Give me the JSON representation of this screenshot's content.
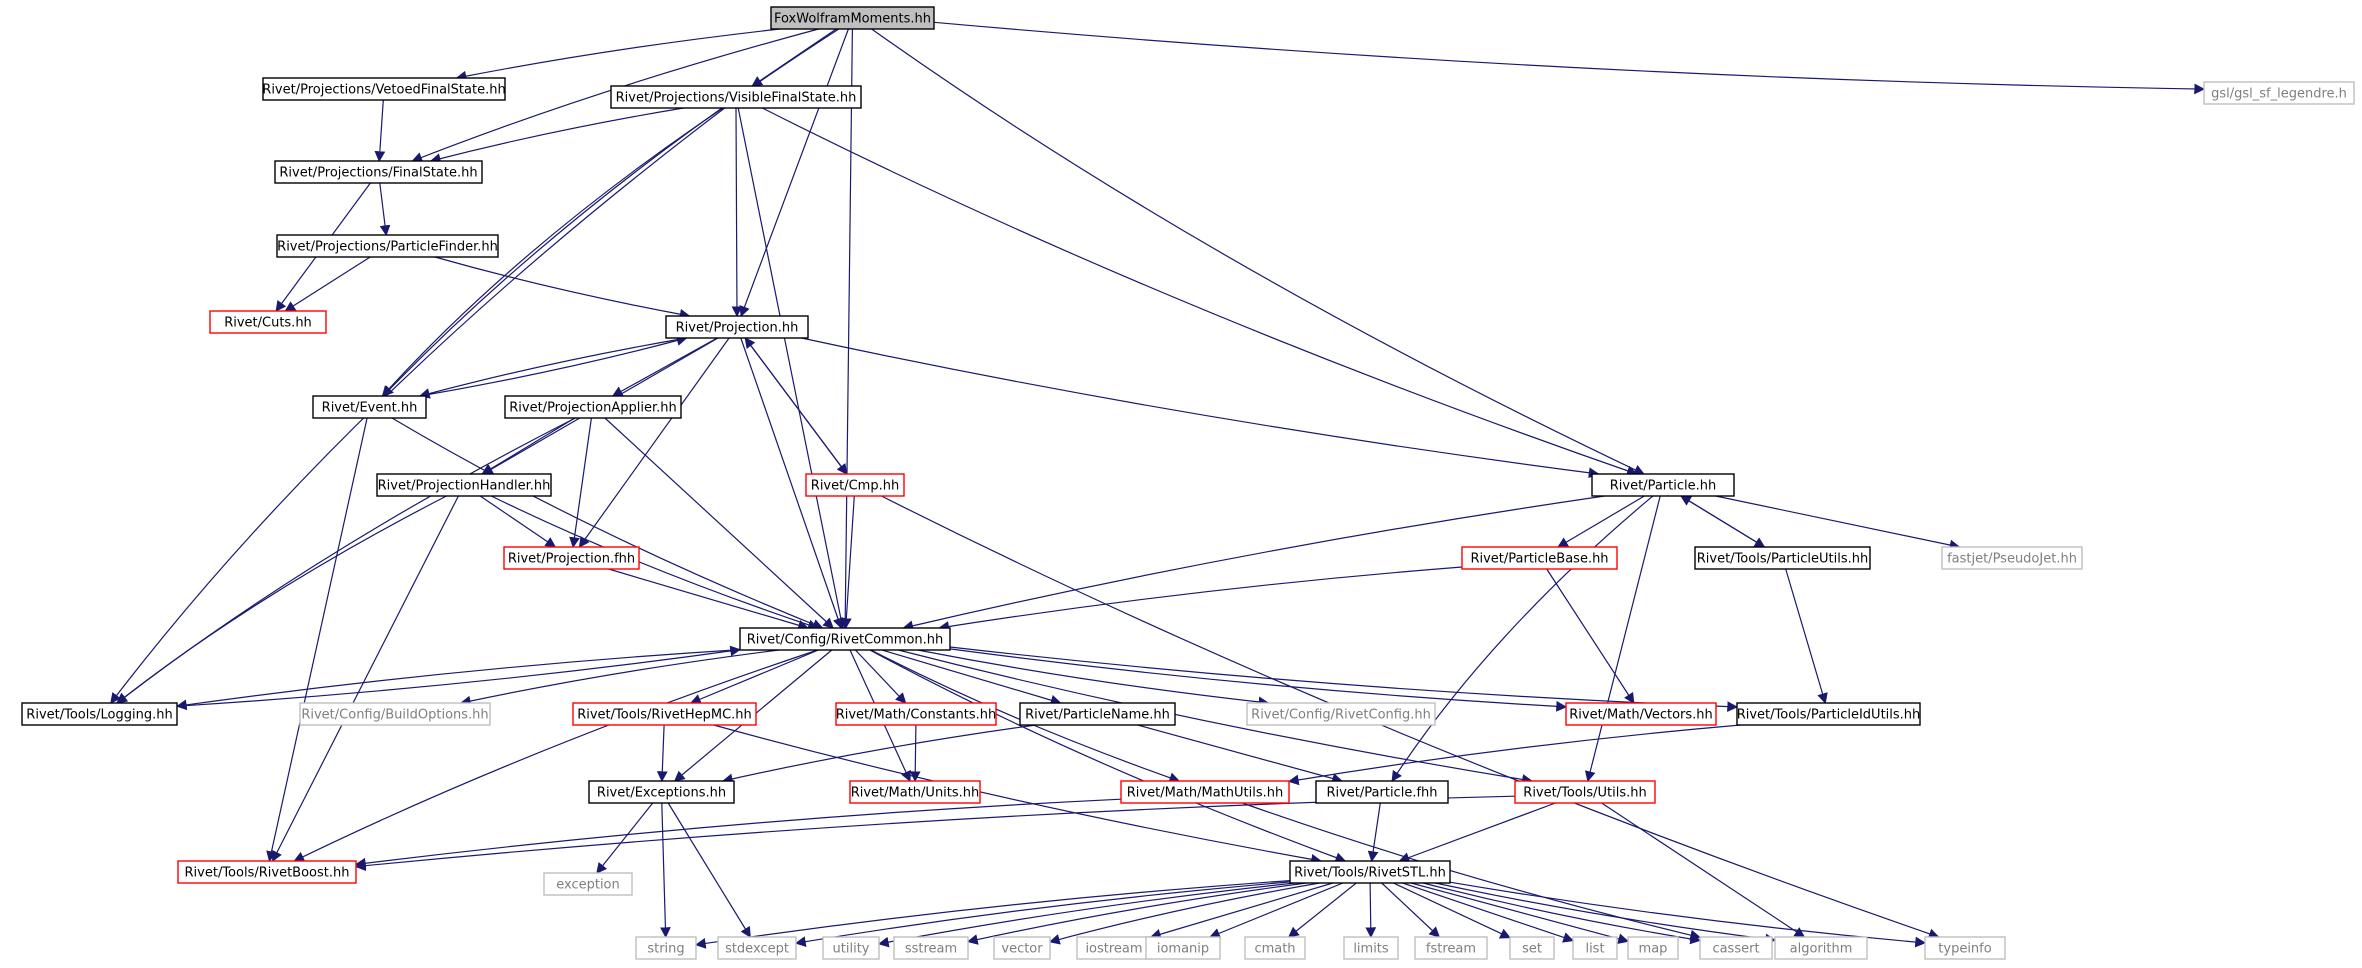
{
  "colors": {
    "edge": "#191970",
    "root_fill": "#bfbfbf",
    "box_border": "#000000",
    "missing_border": "#ff0000",
    "external_border": "#bfbfbf",
    "external_text": "#7f7f7f"
  },
  "nodes": [
    {
      "id": "root",
      "label": "FoxWolframMoments.hh",
      "style": "root"
    },
    {
      "id": "vetoed",
      "label": "Rivet/Projections/VetoedFinalState.hh",
      "style": "normal"
    },
    {
      "id": "visible",
      "label": "Rivet/Projections/VisibleFinalState.hh",
      "style": "normal"
    },
    {
      "id": "gsl",
      "label": "gsl/gsl_sf_legendre.h",
      "style": "external"
    },
    {
      "id": "finalstate",
      "label": "Rivet/Projections/FinalState.hh",
      "style": "normal"
    },
    {
      "id": "partfinder",
      "label": "Rivet/Projections/ParticleFinder.hh",
      "style": "normal"
    },
    {
      "id": "cuts",
      "label": "Rivet/Cuts.hh",
      "style": "missing"
    },
    {
      "id": "projection",
      "label": "Rivet/Projection.hh",
      "style": "normal"
    },
    {
      "id": "event",
      "label": "Rivet/Event.hh",
      "style": "normal"
    },
    {
      "id": "projapplier",
      "label": "Rivet/ProjectionApplier.hh",
      "style": "normal"
    },
    {
      "id": "projhandler",
      "label": "Rivet/ProjectionHandler.hh",
      "style": "normal"
    },
    {
      "id": "cmp",
      "label": "Rivet/Cmp.hh",
      "style": "missing"
    },
    {
      "id": "particle",
      "label": "Rivet/Particle.hh",
      "style": "normal"
    },
    {
      "id": "projfhh",
      "label": "Rivet/Projection.fhh",
      "style": "missing"
    },
    {
      "id": "partbase",
      "label": "Rivet/ParticleBase.hh",
      "style": "missing"
    },
    {
      "id": "partutils",
      "label": "Rivet/Tools/ParticleUtils.hh",
      "style": "normal"
    },
    {
      "id": "pseudojet",
      "label": "fastjet/PseudoJet.hh",
      "style": "external"
    },
    {
      "id": "rivetcommon",
      "label": "Rivet/Config/RivetCommon.hh",
      "style": "normal"
    },
    {
      "id": "logging",
      "label": "Rivet/Tools/Logging.hh",
      "style": "normal"
    },
    {
      "id": "buildopts",
      "label": "Rivet/Config/BuildOptions.hh",
      "style": "external"
    },
    {
      "id": "hepmc",
      "label": "Rivet/Tools/RivetHepMC.hh",
      "style": "missing"
    },
    {
      "id": "constants",
      "label": "Rivet/Math/Constants.hh",
      "style": "missing"
    },
    {
      "id": "partname",
      "label": "Rivet/ParticleName.hh",
      "style": "normal"
    },
    {
      "id": "rivetconfig",
      "label": "Rivet/Config/RivetConfig.hh",
      "style": "external"
    },
    {
      "id": "vectors",
      "label": "Rivet/Math/Vectors.hh",
      "style": "missing"
    },
    {
      "id": "partidutils",
      "label": "Rivet/Tools/ParticleIdUtils.hh",
      "style": "normal"
    },
    {
      "id": "exceptions",
      "label": "Rivet/Exceptions.hh",
      "style": "normal"
    },
    {
      "id": "units",
      "label": "Rivet/Math/Units.hh",
      "style": "missing"
    },
    {
      "id": "mathutils",
      "label": "Rivet/Math/MathUtils.hh",
      "style": "missing"
    },
    {
      "id": "partfhh",
      "label": "Rivet/Particle.fhh",
      "style": "normal"
    },
    {
      "id": "utils",
      "label": "Rivet/Tools/Utils.hh",
      "style": "missing"
    },
    {
      "id": "boost",
      "label": "Rivet/Tools/RivetBoost.hh",
      "style": "missing"
    },
    {
      "id": "exception",
      "label": "exception",
      "style": "external"
    },
    {
      "id": "rivetstl",
      "label": "Rivet/Tools/RivetSTL.hh",
      "style": "normal"
    },
    {
      "id": "string",
      "label": "string",
      "style": "external"
    },
    {
      "id": "stdexcept",
      "label": "stdexcept",
      "style": "external"
    },
    {
      "id": "utility",
      "label": "utility",
      "style": "external"
    },
    {
      "id": "sstream",
      "label": "sstream",
      "style": "external"
    },
    {
      "id": "vector",
      "label": "vector",
      "style": "external"
    },
    {
      "id": "iostream",
      "label": "iostream",
      "style": "external"
    },
    {
      "id": "iomanip",
      "label": "iomanip",
      "style": "external"
    },
    {
      "id": "cmath",
      "label": "cmath",
      "style": "external"
    },
    {
      "id": "limits",
      "label": "limits",
      "style": "external"
    },
    {
      "id": "fstream",
      "label": "fstream",
      "style": "external"
    },
    {
      "id": "set",
      "label": "set",
      "style": "external"
    },
    {
      "id": "list",
      "label": "list",
      "style": "external"
    },
    {
      "id": "map",
      "label": "map",
      "style": "external"
    },
    {
      "id": "cassert",
      "label": "cassert",
      "style": "external"
    },
    {
      "id": "algorithm",
      "label": "algorithm",
      "style": "external"
    },
    {
      "id": "typeinfo",
      "label": "typeinfo",
      "style": "external"
    }
  ],
  "edges": [
    [
      "root",
      "vetoed"
    ],
    [
      "root",
      "visible"
    ],
    [
      "root",
      "finalstate"
    ],
    [
      "root",
      "event"
    ],
    [
      "root",
      "projection"
    ],
    [
      "root",
      "particle"
    ],
    [
      "root",
      "rivetcommon"
    ],
    [
      "root",
      "gsl"
    ],
    [
      "vetoed",
      "finalstate"
    ],
    [
      "visible",
      "finalstate"
    ],
    [
      "visible",
      "logging"
    ],
    [
      "visible",
      "event"
    ],
    [
      "visible",
      "projection"
    ],
    [
      "visible",
      "rivetcommon"
    ],
    [
      "visible",
      "particle"
    ],
    [
      "finalstate",
      "partfinder"
    ],
    [
      "finalstate",
      "cuts"
    ],
    [
      "partfinder",
      "cuts"
    ],
    [
      "partfinder",
      "projection"
    ],
    [
      "projection",
      "event"
    ],
    [
      "projection",
      "projapplier"
    ],
    [
      "projection",
      "projhandler"
    ],
    [
      "projection",
      "cmp"
    ],
    [
      "projection",
      "projfhh"
    ],
    [
      "projection",
      "rivetcommon"
    ],
    [
      "projection",
      "particle"
    ],
    [
      "event",
      "projection"
    ],
    [
      "event",
      "rivetcommon"
    ],
    [
      "event",
      "boost"
    ],
    [
      "projapplier",
      "projhandler"
    ],
    [
      "projapplier",
      "projfhh"
    ],
    [
      "projapplier",
      "rivetcommon"
    ],
    [
      "projapplier",
      "logging"
    ],
    [
      "projhandler",
      "projfhh"
    ],
    [
      "projhandler",
      "rivetcommon"
    ],
    [
      "projhandler",
      "logging"
    ],
    [
      "projhandler",
      "boost"
    ],
    [
      "cmp",
      "projection"
    ],
    [
      "cmp",
      "rivetcommon"
    ],
    [
      "cmp",
      "typeinfo"
    ],
    [
      "projfhh",
      "rivetcommon"
    ],
    [
      "particle",
      "rivetcommon"
    ],
    [
      "particle",
      "partbase"
    ],
    [
      "particle",
      "partutils"
    ],
    [
      "particle",
      "pseudojet"
    ],
    [
      "particle",
      "partfhh"
    ],
    [
      "particle",
      "utils"
    ],
    [
      "partbase",
      "rivetcommon"
    ],
    [
      "partbase",
      "vectors"
    ],
    [
      "partutils",
      "particle"
    ],
    [
      "partutils",
      "partidutils"
    ],
    [
      "rivetcommon",
      "logging"
    ],
    [
      "rivetcommon",
      "buildopts"
    ],
    [
      "rivetcommon",
      "hepmc"
    ],
    [
      "rivetcommon",
      "constants"
    ],
    [
      "rivetcommon",
      "partname"
    ],
    [
      "rivetcommon",
      "rivetconfig"
    ],
    [
      "rivetcommon",
      "vectors"
    ],
    [
      "rivetcommon",
      "partidutils"
    ],
    [
      "rivetcommon",
      "exceptions"
    ],
    [
      "rivetcommon",
      "units"
    ],
    [
      "rivetcommon",
      "mathutils"
    ],
    [
      "rivetcommon",
      "utils"
    ],
    [
      "rivetcommon",
      "boost"
    ],
    [
      "rivetcommon",
      "rivetstl"
    ],
    [
      "logging",
      "rivetcommon"
    ],
    [
      "hepmc",
      "exceptions"
    ],
    [
      "hepmc",
      "rivetstl"
    ],
    [
      "constants",
      "units"
    ],
    [
      "partname",
      "exceptions"
    ],
    [
      "partname",
      "partfhh"
    ],
    [
      "partidutils",
      "mathutils"
    ],
    [
      "exceptions",
      "exception"
    ],
    [
      "exceptions",
      "string"
    ],
    [
      "exceptions",
      "stdexcept"
    ],
    [
      "mathutils",
      "boost"
    ],
    [
      "mathutils",
      "cassert"
    ],
    [
      "partfhh",
      "rivetstl"
    ],
    [
      "utils",
      "rivetstl"
    ],
    [
      "utils",
      "boost"
    ],
    [
      "utils",
      "algorithm"
    ],
    [
      "rivetstl",
      "string"
    ],
    [
      "rivetstl",
      "stdexcept"
    ],
    [
      "rivetstl",
      "utility"
    ],
    [
      "rivetstl",
      "sstream"
    ],
    [
      "rivetstl",
      "vector"
    ],
    [
      "rivetstl",
      "iostream"
    ],
    [
      "rivetstl",
      "iomanip"
    ],
    [
      "rivetstl",
      "cmath"
    ],
    [
      "rivetstl",
      "limits"
    ],
    [
      "rivetstl",
      "fstream"
    ],
    [
      "rivetstl",
      "set"
    ],
    [
      "rivetstl",
      "list"
    ],
    [
      "rivetstl",
      "map"
    ],
    [
      "rivetstl",
      "cassert"
    ],
    [
      "rivetstl",
      "algorithm"
    ],
    [
      "rivetstl",
      "typeinfo"
    ]
  ]
}
